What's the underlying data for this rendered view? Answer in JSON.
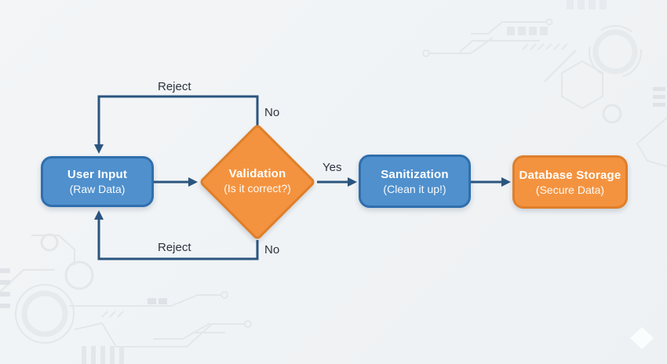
{
  "colors": {
    "background": "#f1f4f5",
    "decor_gray": "#e3e7ea",
    "blue_fill": "#4f90cd",
    "blue_border": "#2f6fad",
    "orange_fill": "#f4933f",
    "orange_border": "#df7f2b",
    "connector": "#2a557f",
    "edge_label_text": "#2d3440",
    "node_text": "#ffffff"
  },
  "flowchart": {
    "nodes": [
      {
        "id": "user-input",
        "title": "User Input",
        "subtitle": "(Raw Data)",
        "shape": "rounded-rectangle",
        "fill": "blue"
      },
      {
        "id": "validation",
        "title": "Validation",
        "subtitle": "(Is it correct?)",
        "shape": "diamond",
        "fill": "orange"
      },
      {
        "id": "sanitization",
        "title": "Sanitization",
        "subtitle": "(Clean it up!)",
        "shape": "rounded-rectangle",
        "fill": "blue"
      },
      {
        "id": "database-storage",
        "title": "Database Storage",
        "subtitle": "(Secure Data)",
        "shape": "rounded-rectangle",
        "fill": "orange"
      }
    ],
    "labels": {
      "reject_top": "Reject",
      "no_top": "No",
      "yes": "Yes",
      "reject_bottom": "Reject",
      "no_bottom": "No"
    }
  }
}
